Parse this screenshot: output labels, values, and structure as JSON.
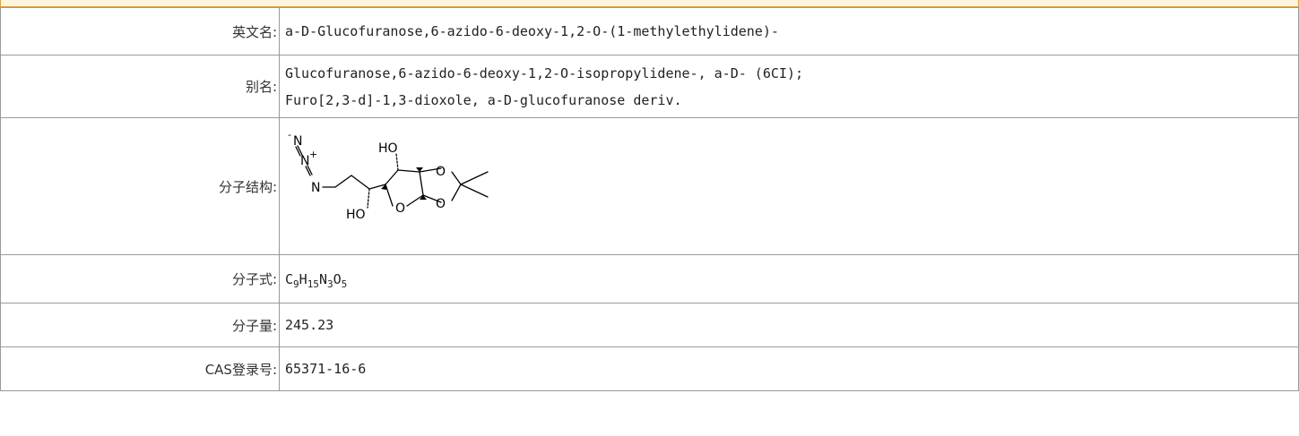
{
  "rows": {
    "english_name": {
      "label": "英文名:",
      "value": "a-D-Glucofuranose,6-azido-6-deoxy-1,2-O-(1-methylethylidene)-"
    },
    "aliases": {
      "label": "别名:",
      "values": [
        "Glucofuranose,6-azido-6-deoxy-1,2-O-isopropylidene-, a-D- (6CI);",
        "Furo[2,3-d]-1,3-dioxole, a-D-glucofuranose deriv."
      ]
    },
    "structure": {
      "label": "分子结构:",
      "atoms": {
        "n_minus": "N",
        "n_minus_charge": "-",
        "n_plus": "N",
        "n_plus_charge": "+",
        "n_plain": "N",
        "ho_top": "HO",
        "ho_bottom": "HO",
        "o_ring": "O",
        "o_diox_top": "O",
        "o_diox_bottom": "O"
      }
    },
    "formula": {
      "label": "分子式:",
      "parts": {
        "c": "C",
        "c_n": "9",
        "h": "H",
        "h_n": "15",
        "n": "N",
        "n_n": "3",
        "o": "O",
        "o_n": "5"
      }
    },
    "weight": {
      "label": "分子量:",
      "value": "245.23"
    },
    "cas": {
      "label": "CAS登录号:",
      "value": "65371-16-6"
    }
  }
}
